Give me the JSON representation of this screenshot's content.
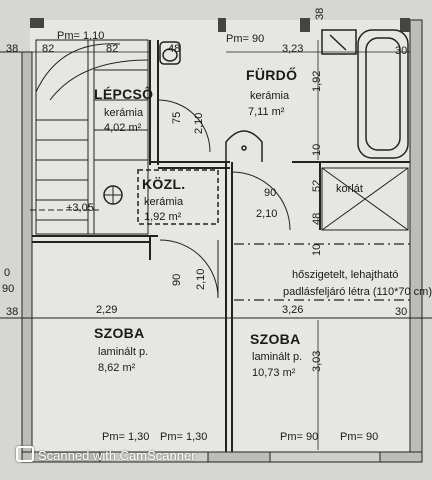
{
  "rooms": {
    "stairs": {
      "name": "LÉPCSŐ",
      "material": "kerámia",
      "area": "4,02 m²",
      "level": "+3,05"
    },
    "bathroom": {
      "name": "FÜRDŐ",
      "material": "kerámia",
      "area": "7,11 m²"
    },
    "corridor": {
      "name": "KÖZL.",
      "material": "kerámia",
      "area": "1,92 m²"
    },
    "room_left": {
      "name": "SZOBA",
      "material": "laminált p.",
      "area": "8,62 m²"
    },
    "room_right": {
      "name": "SZOBA",
      "material": "laminált p.",
      "area": "10,73 m²"
    }
  },
  "notes": {
    "insulation": "hőszigetelt, lehajtható",
    "ladder": "padlásfeljáró létra (110*70 cm)",
    "korlat": "korlát"
  },
  "dims": {
    "pm_110": "Pm= 1,10",
    "pm_90_top": "Pm= 90",
    "d82a": "82",
    "d82b": "82",
    "d48": "48",
    "d323": "3,23",
    "d30a": "30",
    "d38a": "38",
    "d38b": "38",
    "d192": "1,92",
    "d75": "75",
    "d210a": "2,10",
    "d10a": "10",
    "d90": "90",
    "d210b": "2,10",
    "d52": "52",
    "d48b": "48",
    "d10b": "10",
    "d90v": "90",
    "d210c": "2,10",
    "d229": "2,29",
    "d326": "3,26",
    "d30b": "30",
    "d38c": "38",
    "d303": "3,03",
    "pm_130a": "Pm= 1,30",
    "pm_130b": "Pm= 1,30",
    "pm_90a": "Pm= 90",
    "pm_90b": "Pm= 90",
    "d0": "0",
    "d90edge": "90"
  },
  "watermark": "Scanned with CamScanner"
}
